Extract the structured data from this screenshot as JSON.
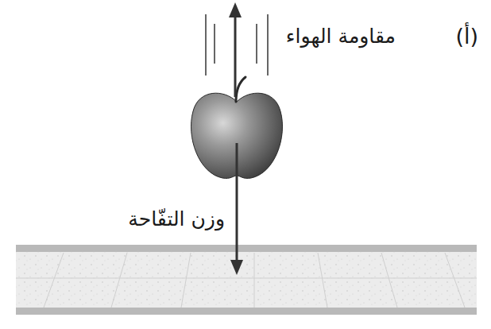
{
  "diagram": {
    "labels": [
      "(أ)",
      "مقاومة الهواء",
      "وزن التفّاحة"
    ]
  }
}
